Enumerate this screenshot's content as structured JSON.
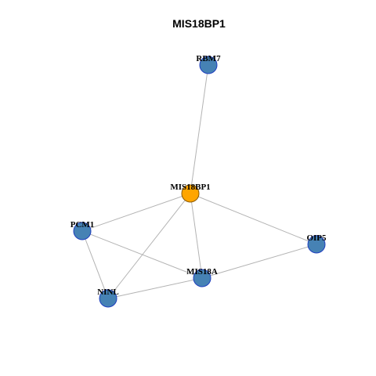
{
  "title": "MIS18BP1",
  "colors": {
    "center_fill": "#FFA500",
    "center_stroke": "#8B5A00",
    "node_fill": "#4682B4",
    "node_stroke": "#1F3FBF",
    "edge": "#B3B3B3"
  },
  "nodes": [
    {
      "id": "rbm7",
      "label": "RBM7",
      "center": false
    },
    {
      "id": "mis18bp1",
      "label": "MIS18BP1",
      "center": true
    },
    {
      "id": "pcm1",
      "label": "PCM1",
      "center": false
    },
    {
      "id": "oip5",
      "label": "OIP5",
      "center": false
    },
    {
      "id": "mis18a",
      "label": "MIS18A",
      "center": false
    },
    {
      "id": "ninl",
      "label": "NINL",
      "center": false
    }
  ],
  "edges": [
    [
      "mis18bp1",
      "rbm7"
    ],
    [
      "mis18bp1",
      "pcm1"
    ],
    [
      "mis18bp1",
      "oip5"
    ],
    [
      "mis18bp1",
      "mis18a"
    ],
    [
      "mis18bp1",
      "ninl"
    ],
    [
      "pcm1",
      "mis18a"
    ],
    [
      "pcm1",
      "ninl"
    ],
    [
      "oip5",
      "mis18a"
    ],
    [
      "mis18a",
      "ninl"
    ]
  ]
}
